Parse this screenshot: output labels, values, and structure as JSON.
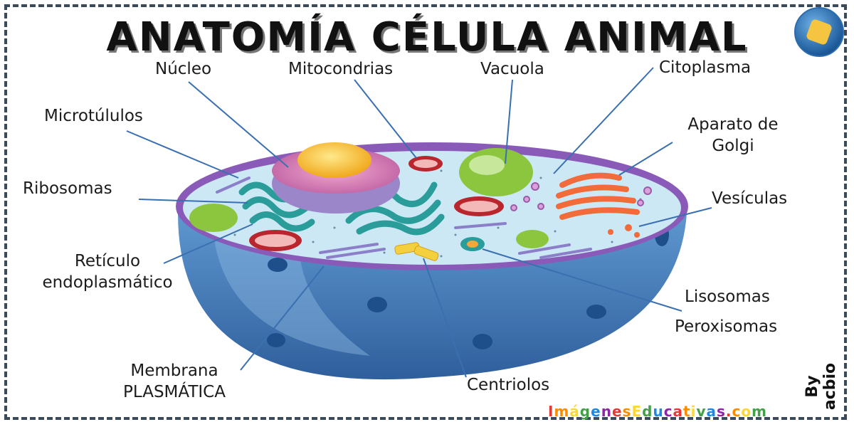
{
  "title": "ANATOMÍA CÉLULA ANIMAL",
  "labels": {
    "nucleo": "Núcleo",
    "mitocondrias": "Mitocondrias",
    "vacuola": "Vacuola",
    "citoplasma": "Citoplasma",
    "microtubulos": "Microtúlulos",
    "aparato_line1": "Aparato de",
    "aparato_line2": "Golgi",
    "ribosomas": "Ribosomas",
    "vesiculas": "Vesículas",
    "reticulo_line1": "Retículo",
    "reticulo_line2": "endoplasmático",
    "lisosomas": "Lisosomas",
    "peroxisomas": "Peroxisomas",
    "membrana_line1": "Membrana",
    "membrana_line2": "PLASMÁTICA",
    "centriolos": "Centriolos"
  },
  "author": "By acbio",
  "brand": {
    "text": "ImágenesEducativas.com",
    "colors": [
      "#e53935",
      "#fb8c00",
      "#fdd835",
      "#43a047",
      "#1e88e5",
      "#8e24aa"
    ]
  },
  "colors": {
    "membrane": "#3f78b8",
    "cytoplasm": "#cde8f5",
    "membrane_rim": "#8a5ab8",
    "nucleus": "#b09bd0",
    "nucleolus": "#f4c63a",
    "mitochondria": "#b9262e",
    "vacuole": "#8cc63f",
    "golgi": "#f26b3a",
    "er": "#2a9d9a",
    "leader_line": "#3a6fb0"
  },
  "icons": {
    "badge": "education-badge-icon"
  }
}
